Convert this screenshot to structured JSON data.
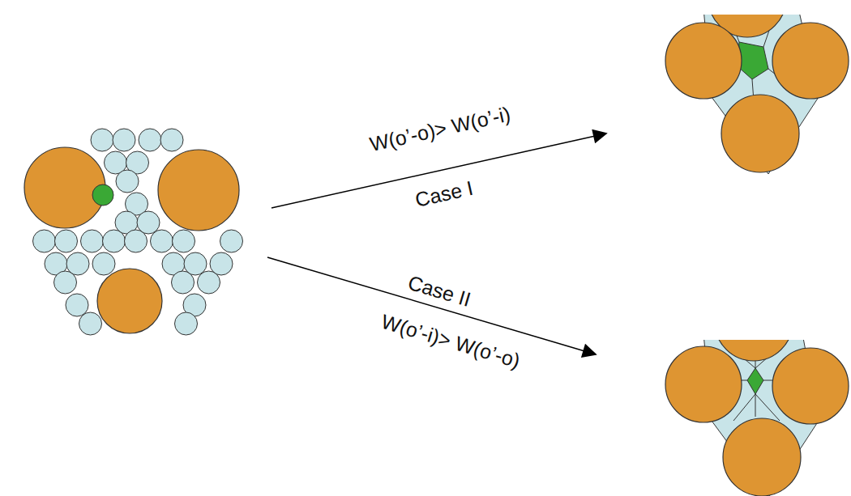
{
  "diagram": {
    "labels": [
      "W(o’-o)> W(o’-i)",
      "Case I",
      "Case II",
      "W(o’-i)> W(o’-o)"
    ]
  }
}
